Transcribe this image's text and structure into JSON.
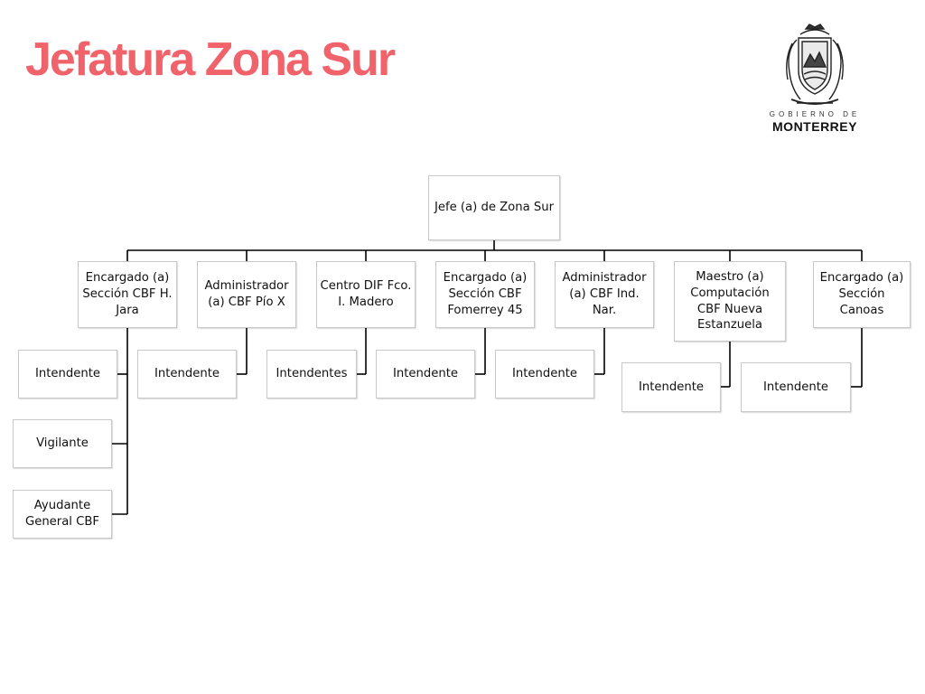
{
  "slide": {
    "title": "Jefatura Zona Sur",
    "logo": {
      "top_text": "GOBIERNO DE",
      "bottom_text": "MONTERREY",
      "icon": "coat-of-arms-icon"
    }
  },
  "org": {
    "root": "Jefe (a) de Zona Sur",
    "units": [
      {
        "name": "Encargado (a) Sección CBF H. Jara",
        "staff": [
          "Intendente",
          "Vigilante",
          "Ayudante General CBF"
        ]
      },
      {
        "name": "Administrador (a) CBF Pío X",
        "staff": [
          "Intendente"
        ]
      },
      {
        "name": "Centro DIF Fco. I. Madero",
        "staff": [
          "Intendentes"
        ]
      },
      {
        "name": "Encargado (a) Sección CBF Fomerrey 45",
        "staff": [
          "Intendente"
        ]
      },
      {
        "name": "Administrador (a) CBF Ind. Nar.",
        "staff": [
          "Intendente"
        ]
      },
      {
        "name": "Maestro (a) Computación CBF Nueva Estanzuela",
        "staff": [
          "Intendente"
        ]
      },
      {
        "name": "Encargado (a) Sección Canoas",
        "staff": [
          "Intendente"
        ]
      }
    ]
  },
  "colors": {
    "title": "#f0636b",
    "box_border": "#c8c8c8",
    "connector": "#000000"
  }
}
